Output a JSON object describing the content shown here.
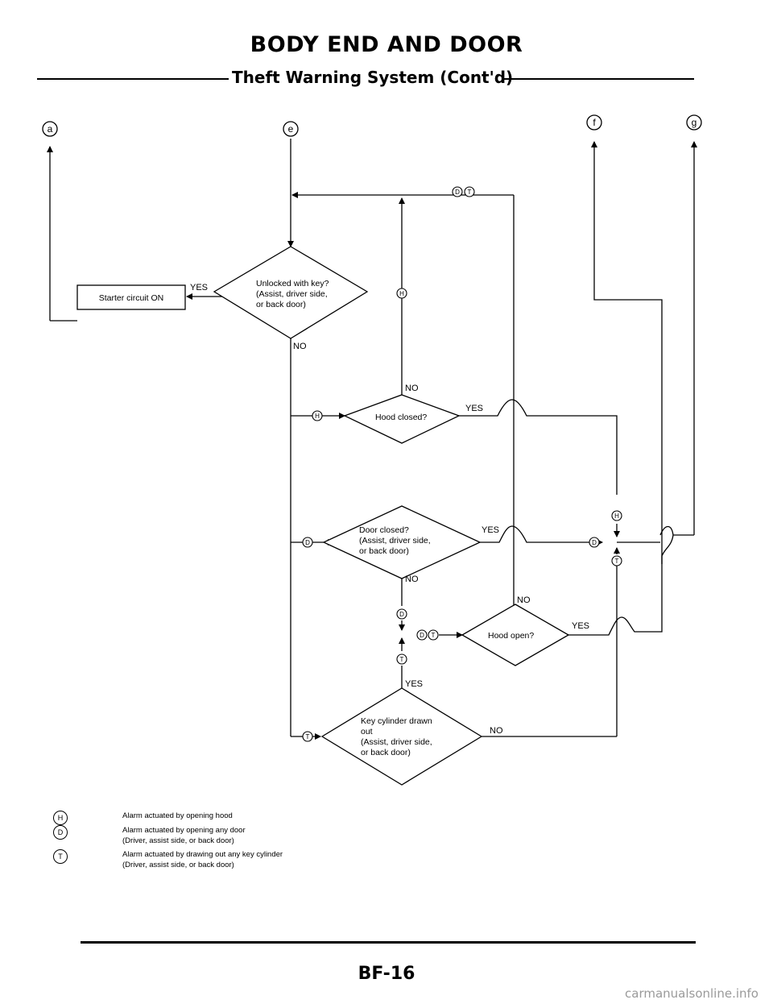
{
  "header": {
    "title": "BODY END AND DOOR",
    "subtitle": "Theft Warning System (Cont'd)"
  },
  "connectors": {
    "a": "a",
    "e": "e",
    "f": "f",
    "g": "g"
  },
  "nodes": {
    "starter": "Starter circuit ON",
    "unlocked": [
      "Unlocked with key?",
      "(Assist, driver side,",
      "or back door)"
    ],
    "hood_closed": [
      "Hood closed?"
    ],
    "door_closed": [
      "Door closed?",
      "(Assist, driver side,",
      "or back door)"
    ],
    "hood_open": [
      "Hood open?"
    ],
    "key_cylinder": [
      "Key cylinder drawn",
      "out",
      "(Assist, driver side,",
      "or back door)"
    ]
  },
  "labels": {
    "yes": "YES",
    "no": "NO"
  },
  "markers": {
    "H": "H",
    "D": "D",
    "T": "T"
  },
  "legend": [
    {
      "symbol": "H",
      "lines": [
        "Alarm actuated by opening hood"
      ]
    },
    {
      "symbol": "D",
      "lines": [
        "Alarm actuated by opening any door",
        "(Driver, assist side, or back door)"
      ]
    },
    {
      "symbol": "T",
      "lines": [
        "Alarm actuated by drawing out any key cylinder",
        "(Driver, assist side, or back door)"
      ]
    }
  ],
  "footer": {
    "page": "BF-16",
    "watermark": "carmanualsonline.info"
  }
}
